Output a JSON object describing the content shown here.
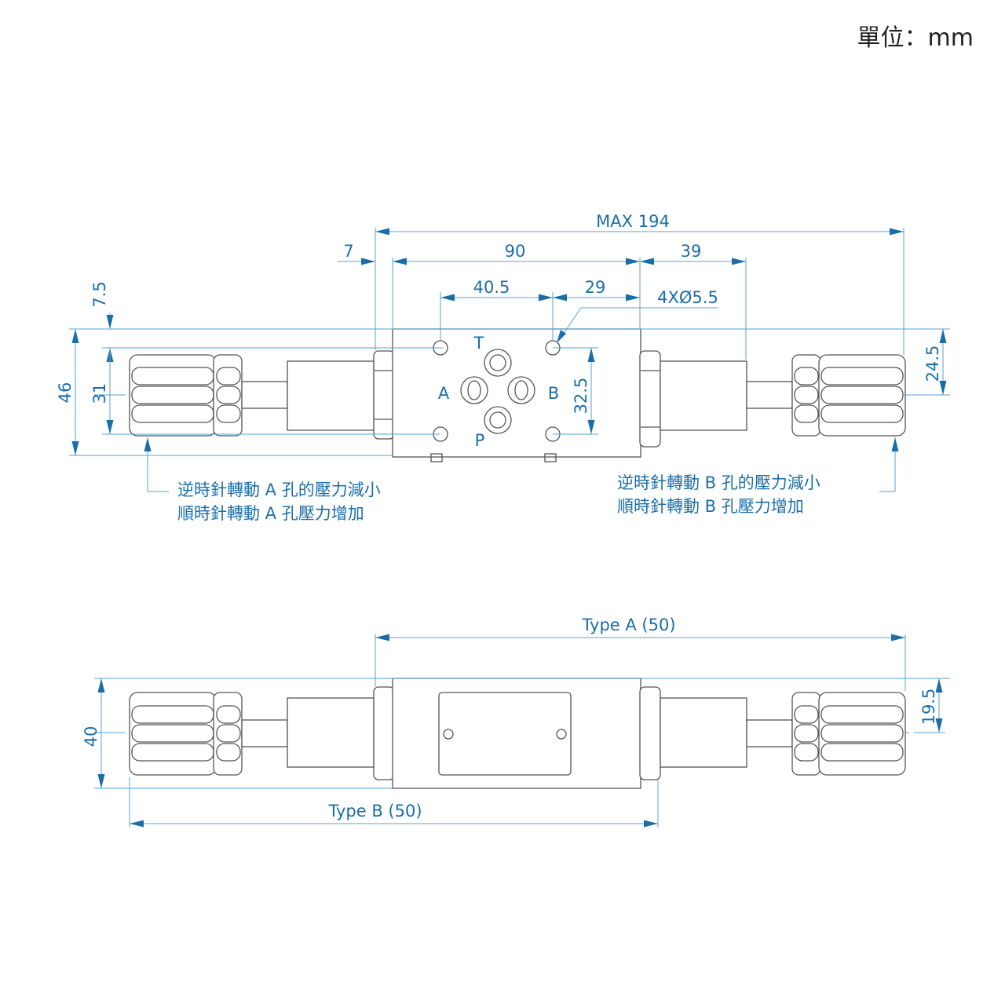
{
  "units_label": "單位：mm",
  "top_view": {
    "dimensions": {
      "overall_length": "MAX 194",
      "left_offset": "7",
      "body_length": "90",
      "right_extension": "39",
      "port_spacing_1": "40.5",
      "port_spacing_2": "29",
      "mounting_holes": "4XØ5.5",
      "top_offset": "7.5",
      "overall_height": "46",
      "knob_height": "31",
      "port_vertical_spacing": "32.5",
      "right_knob_offset": "24.5"
    },
    "ports": {
      "t": "T",
      "a": "A",
      "b": "B",
      "p": "P"
    },
    "notes": {
      "left_line_1": "逆時針轉動 A 孔的壓力減小",
      "left_line_2": "順時針轉動 A 孔壓力增加",
      "right_line_1": "逆時針轉動 B 孔的壓力減小",
      "right_line_2": "順時針轉動 B 孔壓力增加"
    }
  },
  "side_view": {
    "dimensions": {
      "type_a": "Type A (50)",
      "type_b": "Type B (50)",
      "height": "40",
      "right_offset": "19.5"
    }
  }
}
